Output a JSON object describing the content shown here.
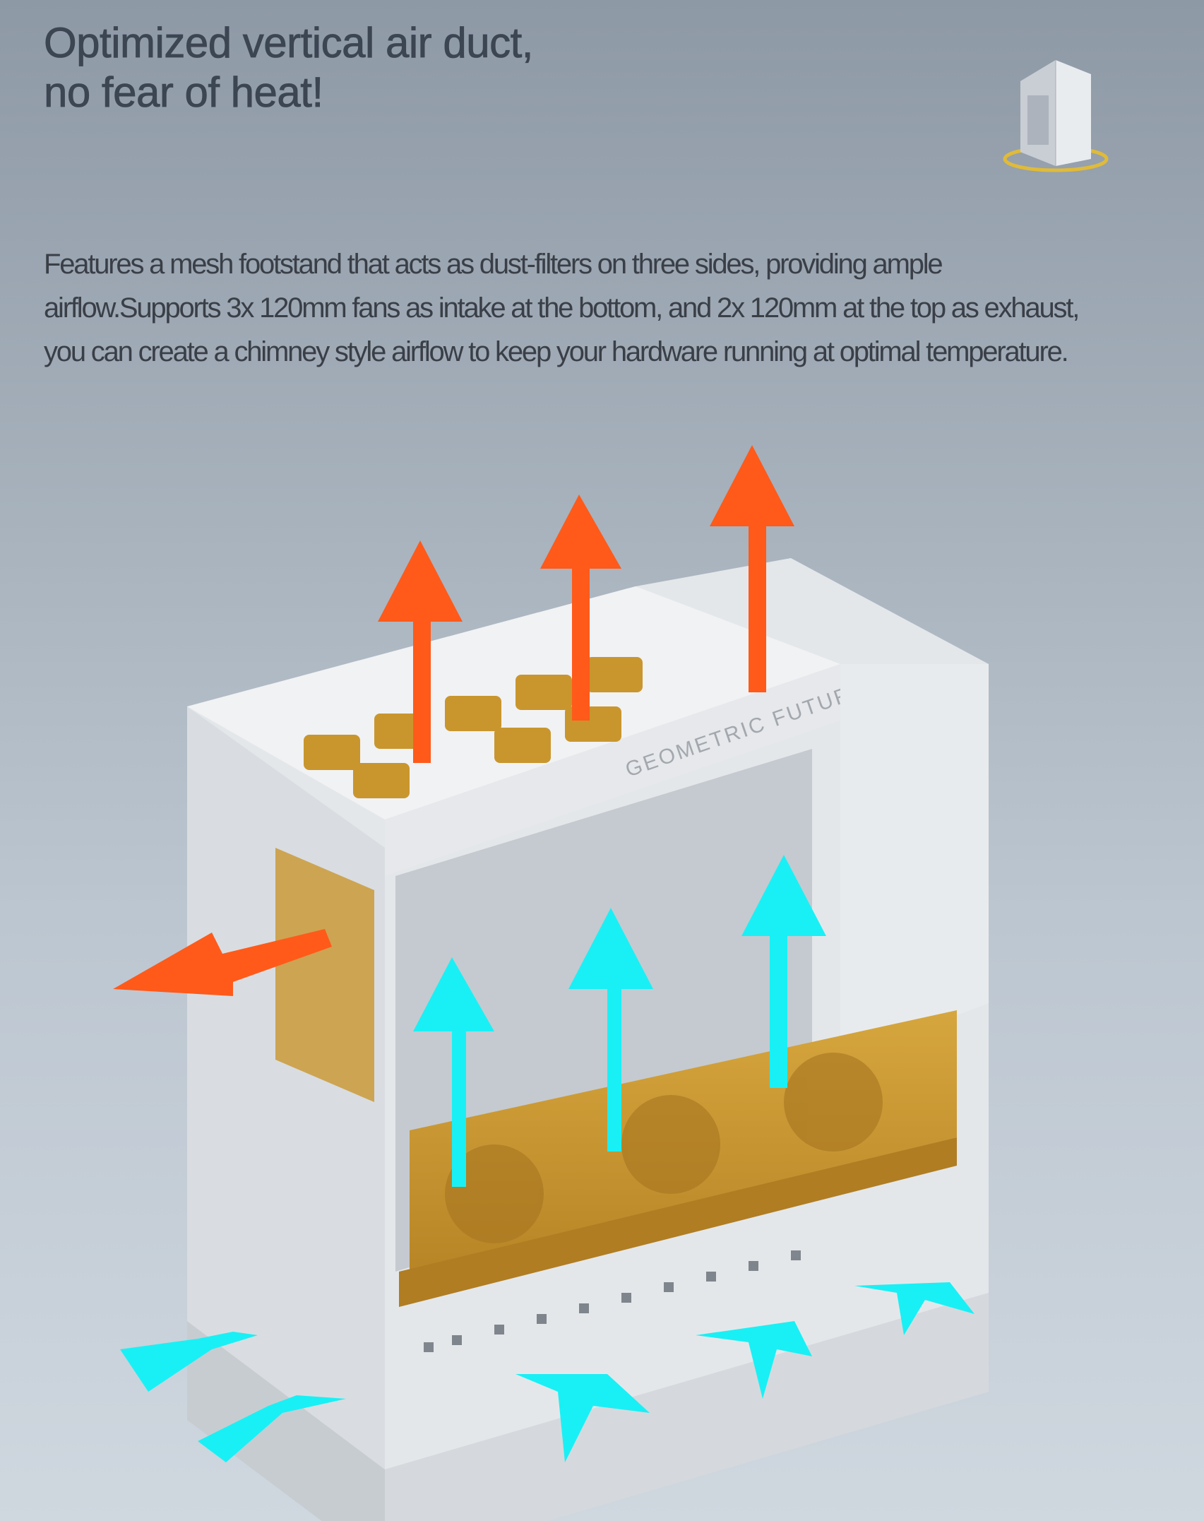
{
  "headline": {
    "line1": "Optimized vertical air duct,",
    "line2": "no fear of heat!"
  },
  "description": "Features a mesh footstand that acts as dust-filters on three sides, providing ample airflow.Supports 3x 120mm fans as intake at the bottom, and 2x 120mm at the top as exhaust, you can create a chimney style airflow to keep your hardware running at optimal temperature.",
  "brand_logo_text": "GEOMETRIC FUTURE",
  "colors": {
    "exhaust_arrow": "#ff5a1a",
    "intake_arrow": "#19f0f5",
    "fan": "#c9962e",
    "case": "#eceef0",
    "headline_text": "#3c4552"
  },
  "icons": [
    "case-thumbnail-icon"
  ]
}
